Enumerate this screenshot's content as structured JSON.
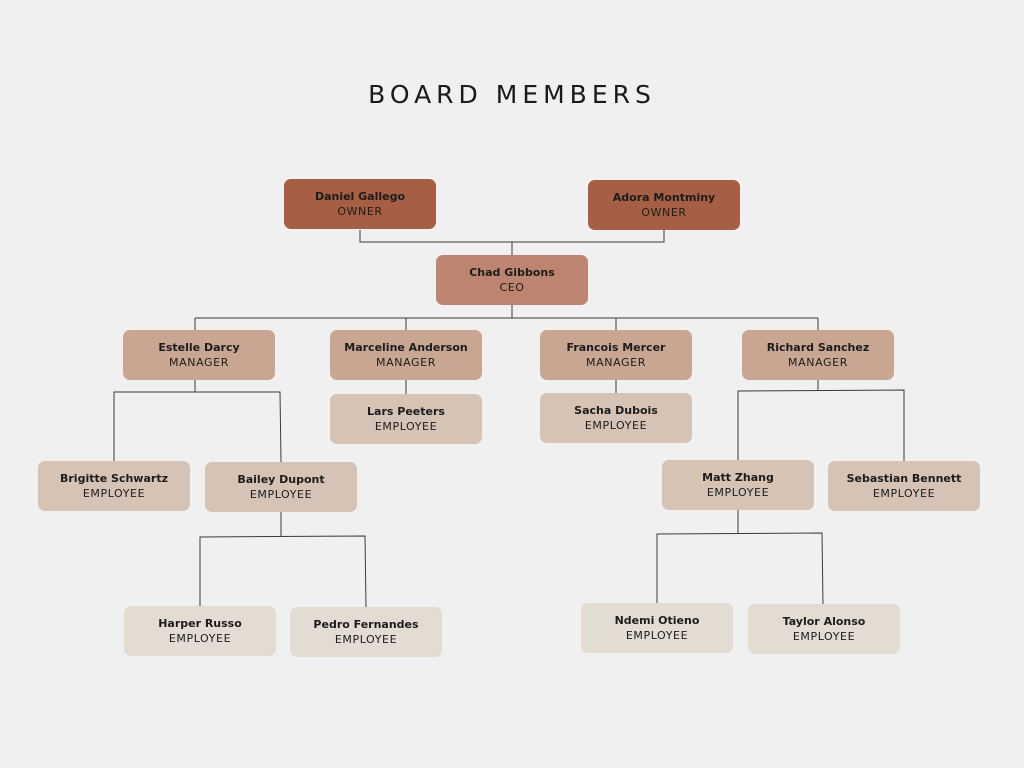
{
  "title": "BOARD MEMBERS",
  "colors": {
    "background": "#f0f0f0",
    "owner": "#a65f44",
    "ceo": "#bd8570",
    "manager": "#c9a692",
    "employee_level1": "#d5c3b6",
    "employee_level2": "#e2dcd3",
    "connector": "#3a3a3a"
  },
  "members": [
    {
      "id": "daniel",
      "name": "Daniel Gallego",
      "role": "OWNER",
      "level": "owner"
    },
    {
      "id": "adora",
      "name": "Adora Montminy",
      "role": "OWNER",
      "level": "owner"
    },
    {
      "id": "chad",
      "name": "Chad Gibbons",
      "role": "CEO",
      "level": "ceo"
    },
    {
      "id": "estelle",
      "name": "Estelle Darcy",
      "role": "MANAGER",
      "level": "manager"
    },
    {
      "id": "marceline",
      "name": "Marceline Anderson",
      "role": "MANAGER",
      "level": "manager"
    },
    {
      "id": "francois",
      "name": "Francois Mercer",
      "role": "MANAGER",
      "level": "manager"
    },
    {
      "id": "richard",
      "name": "Richard Sanchez",
      "role": "MANAGER",
      "level": "manager"
    },
    {
      "id": "lars",
      "name": "Lars Peeters",
      "role": "EMPLOYEE",
      "level": "employee_level1"
    },
    {
      "id": "sacha",
      "name": "Sacha Dubois",
      "role": "EMPLOYEE",
      "level": "employee_level1"
    },
    {
      "id": "brigitte",
      "name": "Brigitte Schwartz",
      "role": "EMPLOYEE",
      "level": "employee_level1"
    },
    {
      "id": "bailey",
      "name": "Bailey Dupont",
      "role": "EMPLOYEE",
      "level": "employee_level1"
    },
    {
      "id": "matt",
      "name": "Matt Zhang",
      "role": "EMPLOYEE",
      "level": "employee_level1"
    },
    {
      "id": "sebastian",
      "name": "Sebastian Bennett",
      "role": "EMPLOYEE",
      "level": "employee_level1"
    },
    {
      "id": "harper",
      "name": "Harper Russo",
      "role": "EMPLOYEE",
      "level": "employee_level2"
    },
    {
      "id": "pedro",
      "name": "Pedro Fernandes",
      "role": "EMPLOYEE",
      "level": "employee_level2"
    },
    {
      "id": "ndemi",
      "name": "Ndemi Otieno",
      "role": "EMPLOYEE",
      "level": "employee_level2"
    },
    {
      "id": "taylor",
      "name": "Taylor Alonso",
      "role": "EMPLOYEE",
      "level": "employee_level2"
    }
  ]
}
